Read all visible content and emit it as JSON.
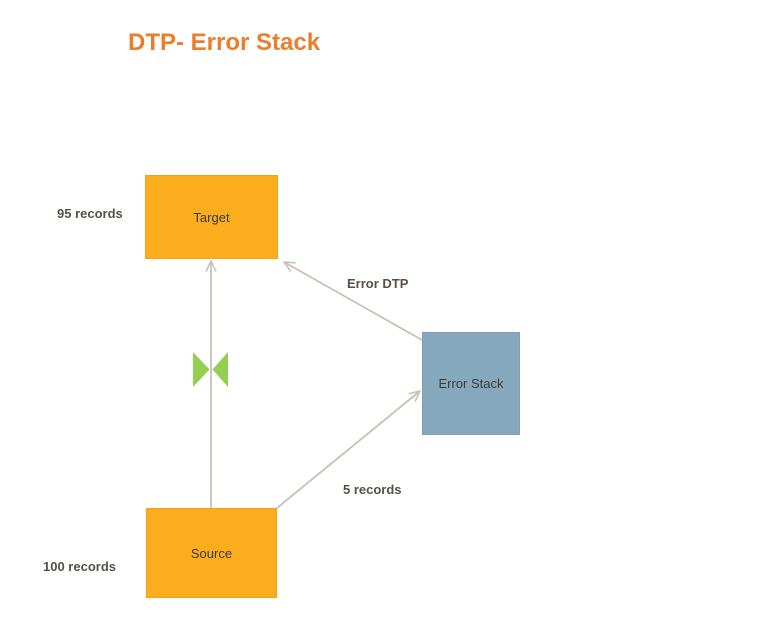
{
  "diagram": {
    "title": "DTP- Error Stack",
    "nodes": {
      "target": {
        "label": "Target",
        "annotation": "95 records",
        "fill": "#FBAD1E"
      },
      "source": {
        "label": "Source",
        "annotation": "100 records",
        "fill": "#FBAD1E"
      },
      "error_stack": {
        "label": "Error Stack",
        "fill": "#86A8BC"
      }
    },
    "edges": {
      "source_to_target": {
        "from": "Source",
        "to": "Target",
        "label": ""
      },
      "source_to_error_stack": {
        "from": "Source",
        "to": "Error Stack",
        "label": "5 records"
      },
      "error_stack_to_target": {
        "from": "Error Stack",
        "to": "Target",
        "label": "Error DTP"
      }
    },
    "icons": {
      "transformation": "bowtie-transformation-icon"
    },
    "colors": {
      "title": "#ED7D2B",
      "node_orange": "#FBAD1E",
      "node_blue": "#86A8BC",
      "connector": "#C9C1B9",
      "transform_green": "#94CF51",
      "annotation_text": "#57504A",
      "node_text": "#3B3B39"
    }
  }
}
